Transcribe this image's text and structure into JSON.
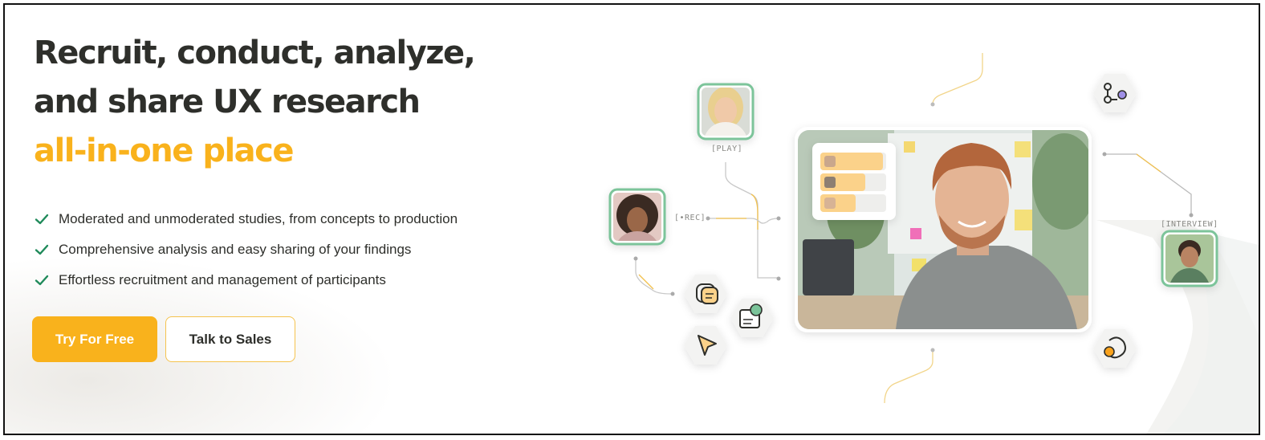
{
  "hero": {
    "headline_line1": "Recruit, conduct, analyze,",
    "headline_line2": "and share UX research",
    "headline_accent": "all-in-one place",
    "features": [
      "Moderated and unmoderated studies, from concepts to production",
      "Comprehensive analysis and easy sharing of your findings",
      "Effortless recruitment and management of participants"
    ],
    "primary_cta": "Try For Free",
    "secondary_cta": "Talk to Sales"
  },
  "illustration": {
    "tags": {
      "play": "[PLAY]",
      "rec": "[•REC]",
      "interview": "[INTERVIEW]"
    },
    "icons": [
      "flow-icon",
      "chat-bubbles-icon",
      "note-comment-icon",
      "cursor-icon",
      "collaborate-icon"
    ]
  },
  "colors": {
    "accent": "#f9b21c",
    "text": "#2e2f2b",
    "check": "#1f8a5a",
    "frame_green": "#7bc49a"
  }
}
